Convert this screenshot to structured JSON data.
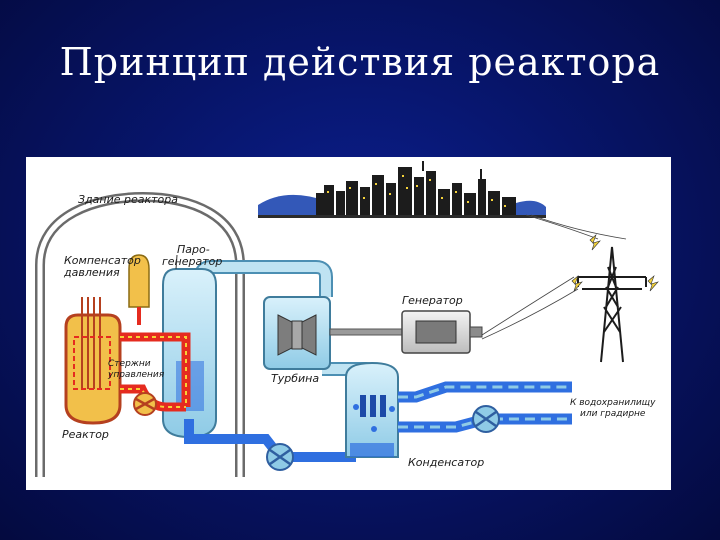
{
  "slide": {
    "title": "Принцип действия реактора"
  },
  "diagram": {
    "labels": {
      "building": "Здание реактора",
      "pressurizer_1": "Компенсатор",
      "pressurizer_2": "давления",
      "steam_gen_1": "Паро-",
      "steam_gen_2": "генератор",
      "control_rods_1": "Стержни",
      "control_rods_2": "управления",
      "reactor": "Реактор",
      "turbine": "Турбина",
      "generator": "Генератор",
      "condenser": "Конденсатор",
      "cooling_1": "К водохранилищу",
      "cooling_2": "или градирне"
    },
    "colors": {
      "hot_loop": "#e52b1f",
      "hot_loop_dash": "#f7d236",
      "steam": "#bfe3f2",
      "cool_water": "#2f6fe0",
      "reactor_vessel": "#f2c04a",
      "sky_city": "#1c1c1c"
    }
  }
}
